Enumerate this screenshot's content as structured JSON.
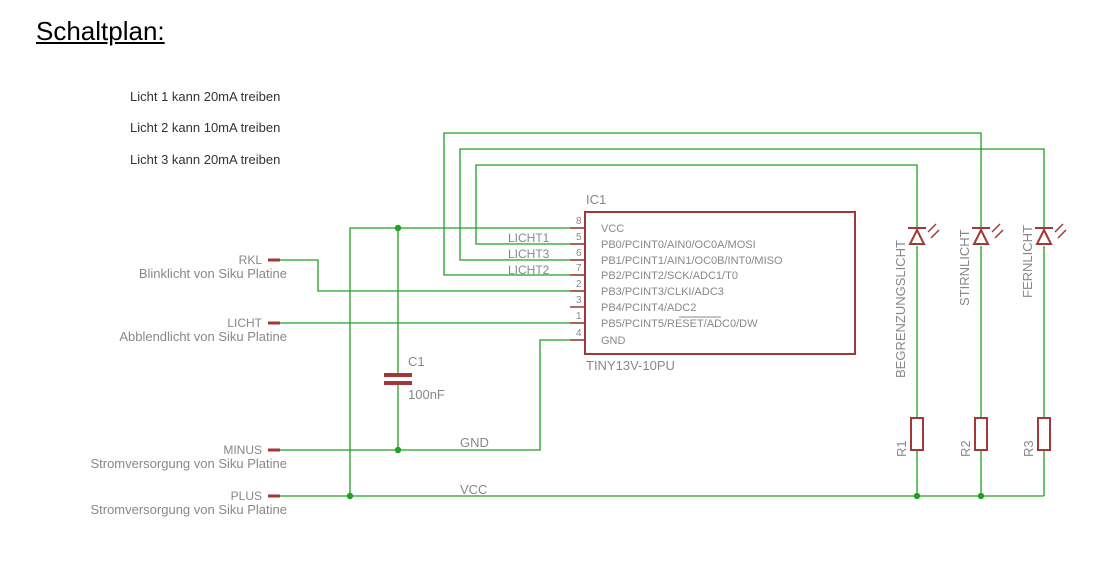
{
  "title": "Schaltplan:",
  "notes": [
    "Licht 1 kann 20mA treiben",
    "Licht 2 kann 10mA treiben",
    "Licht 3 kann 20mA treiben"
  ],
  "ic": {
    "ref": "IC1",
    "value": "TINY13V-10PU",
    "pins": [
      {
        "num": "8",
        "name": "VCC",
        "net": ""
      },
      {
        "num": "5",
        "name": "PB0/PCINT0/AIN0/OC0A/MOSI",
        "net": "LICHT1"
      },
      {
        "num": "6",
        "name": "PB1/PCINT1/AIN1/OC0B/INT0/MISO",
        "net": "LICHT3"
      },
      {
        "num": "7",
        "name": "PB2/PCINT2/SCK/ADC1/T0",
        "net": "LICHT2"
      },
      {
        "num": "2",
        "name": "PB3/PCINT3/CLKI/ADC3",
        "net": ""
      },
      {
        "num": "3",
        "name": "PB4/PCINT4/ADC2",
        "net": ""
      },
      {
        "num": "1",
        "name": "PB5/PCINT5/RESET/ADC0/DW",
        "net": ""
      },
      {
        "num": "4",
        "name": "GND",
        "net": ""
      }
    ]
  },
  "capacitor": {
    "ref": "C1",
    "value": "100nF"
  },
  "connectors": [
    {
      "label": "RKL",
      "desc": "Blinklicht von Siku Platine"
    },
    {
      "label": "LICHT",
      "desc": "Abblendlicht von Siku Platine"
    },
    {
      "label": "MINUS",
      "desc": "Stromversorgung von Siku Platine"
    },
    {
      "label": "PLUS",
      "desc": "Stromversorgung von Siku Platine"
    }
  ],
  "nets": {
    "gnd": "GND",
    "vcc": "VCC"
  },
  "leds": [
    "BEGRENZUNGSLICHT",
    "STIRNLICHT",
    "FERNLICHT"
  ],
  "resistors": [
    "R1",
    "R2",
    "R3"
  ],
  "colors": {
    "wire": "#22a022",
    "component": "#a03838",
    "label": "#888888",
    "text": "#333333"
  }
}
